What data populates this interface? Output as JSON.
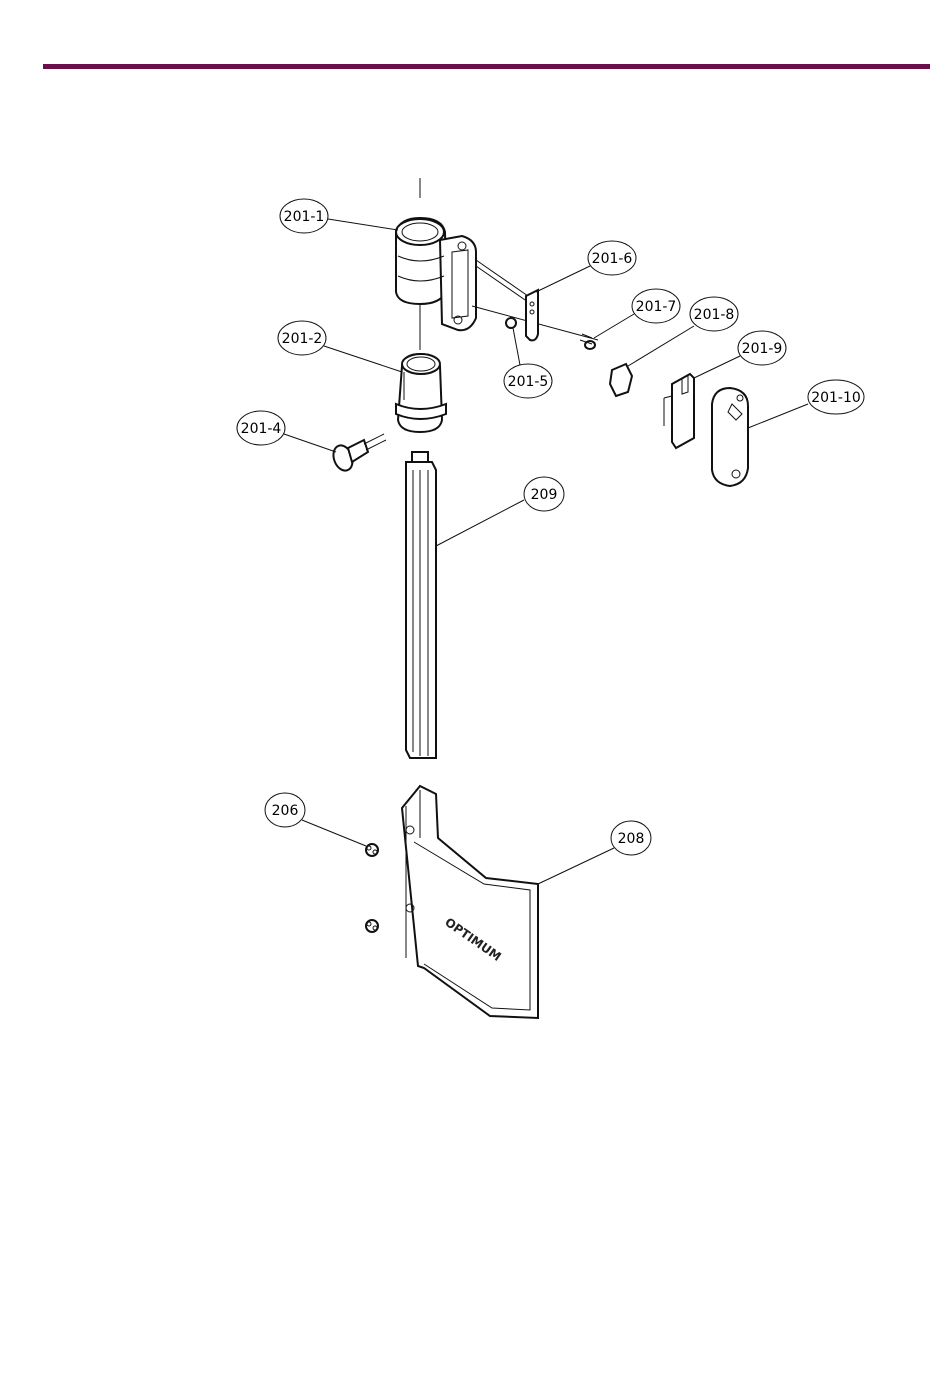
{
  "colors": {
    "rule": "#6b0f4b",
    "ink": "#111111"
  },
  "callouts": {
    "c201_1": "201-1",
    "c201_2": "201-2",
    "c201_4": "201-4",
    "c201_5": "201-5",
    "c201_6": "201-6",
    "c201_7": "201-7",
    "c201_8": "201-8",
    "c201_9": "201-9",
    "c201_10": "201-10",
    "c209": "209",
    "c206": "206",
    "c208": "208"
  },
  "plate_logo": "OPTIMUM"
}
